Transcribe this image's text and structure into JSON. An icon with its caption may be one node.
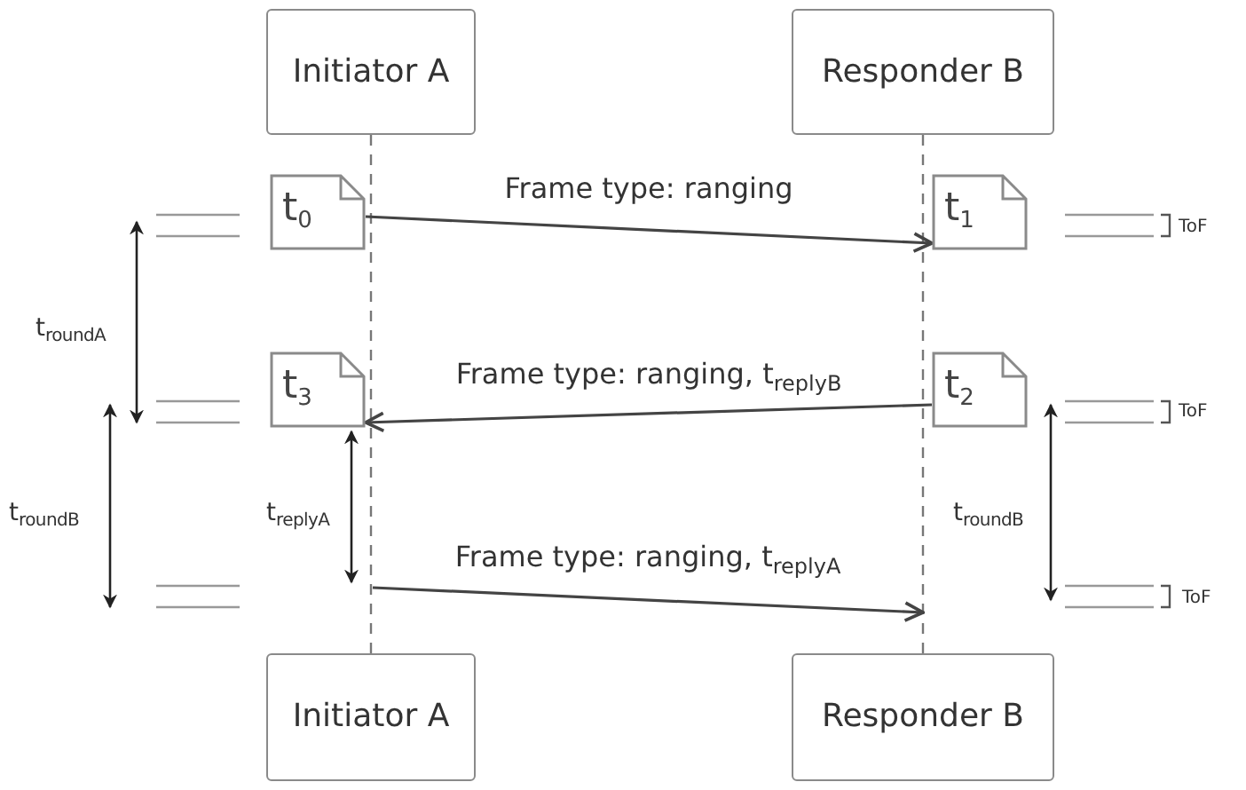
{
  "diagram": {
    "nodes": [
      {
        "text": [
          "Initiator A"
        ]
      },
      {
        "text": [
          "Responder B"
        ]
      },
      {
        "text": [
          "Initiator A"
        ]
      },
      {
        "text": [
          "Responder B"
        ]
      },
      {
        "text": [
          "t$_{0}$"
        ]
      },
      {
        "text": [
          "t$_{1}$"
        ]
      },
      {
        "text": [
          "t$_{3}$"
        ]
      },
      {
        "text": [
          "t$_{2}$"
        ]
      }
    ],
    "edges": [
      {
        "from": 0,
        "to": 2,
        "arrow": "none",
        "style": "dashed"
      },
      {
        "from": 1,
        "to": 3,
        "arrow": "none",
        "style": "dashed"
      },
      {
        "from": 4,
        "to": 5,
        "arrow": "to",
        "label": "Frame type: ranging"
      },
      {
        "from": 7,
        "to": 6,
        "arrow": "to",
        "label": "Frame type: ranging, t$_{replyB}$"
      },
      {
        "from": null,
        "to": 3,
        "arrow": "to",
        "label": "Frame type: ranging, t$_{replyA}$"
      }
    ],
    "labels": [
      "ToF",
      "t$_{roundA}$",
      "ToF",
      "t$_{roundB}$",
      "t$_{replyA}$",
      "t$_{roundB}$",
      "ToF"
    ]
  }
}
